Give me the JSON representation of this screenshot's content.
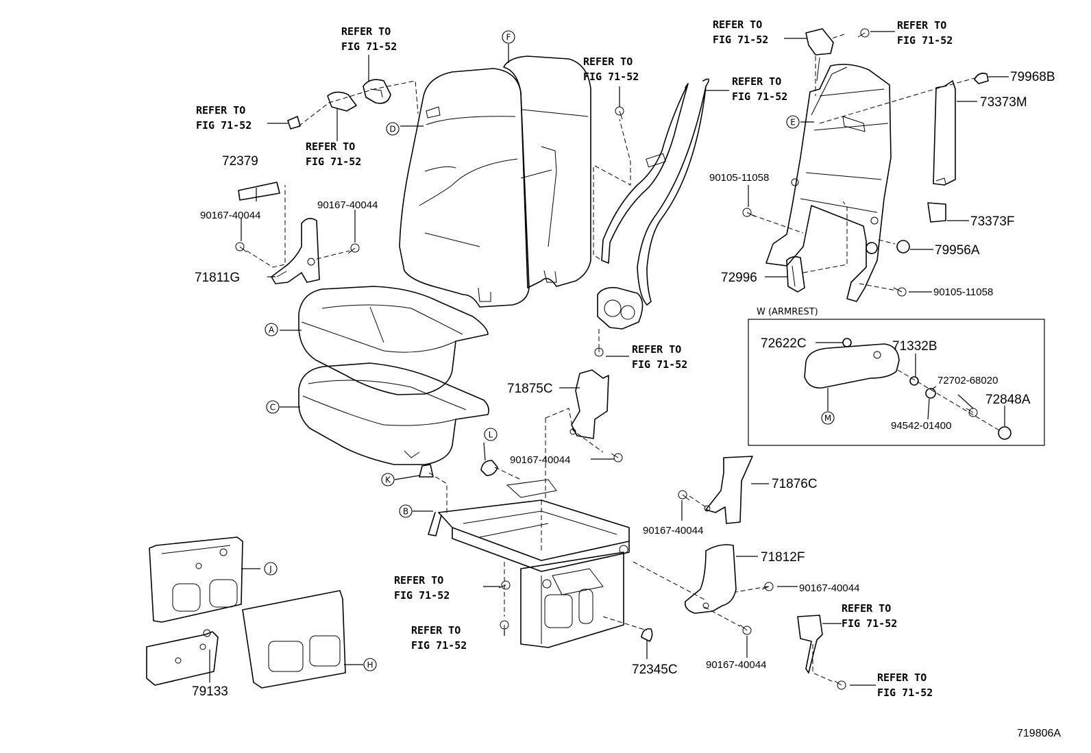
{
  "diagram_id": "719806A",
  "armrest_box_label": "W (ARMREST)",
  "refer_text": {
    "line1": "REFER TO",
    "line2": "FIG 71-52"
  },
  "callouts": [
    "A",
    "B",
    "C",
    "D",
    "E",
    "F",
    "H",
    "J",
    "K",
    "L",
    "M"
  ],
  "part_numbers": {
    "p72379": "72379",
    "p90167_a": "90167-40044",
    "p90167_b": "90167-40044",
    "p71811G": "71811G",
    "p71875C": "71875C",
    "p90167_c": "90167-40044",
    "p71876C": "71876C",
    "p90167_d": "90167-40044",
    "p71812F": "71812F",
    "p90167_e": "90167-40044",
    "p90167_f": "90167-40044",
    "p72345C": "72345C",
    "p79133": "79133",
    "p79968B": "79968B",
    "p73373M": "73373M",
    "p73373F": "73373F",
    "p79956A": "79956A",
    "p90105_a": "90105-11058",
    "p90105_b": "90105-11058",
    "p72996": "72996",
    "p72622C": "72622C",
    "p71332B": "71332B",
    "p72702": "72702-68020",
    "p72848A": "72848A",
    "p94542": "94542-01400"
  }
}
